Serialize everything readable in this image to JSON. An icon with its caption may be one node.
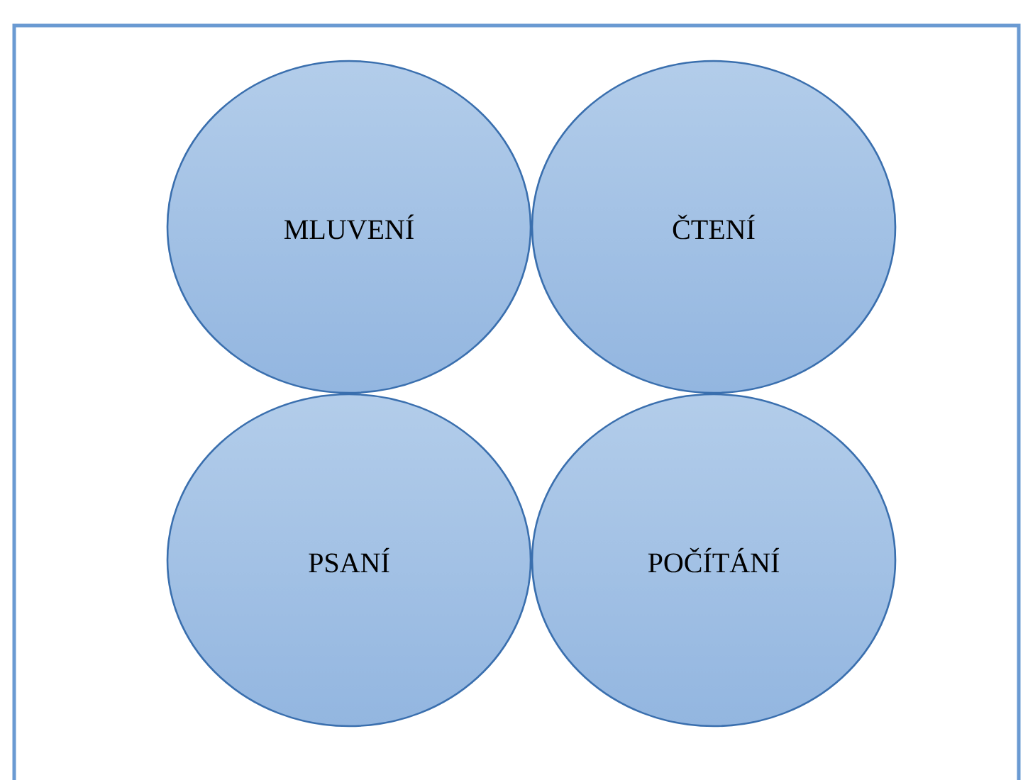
{
  "diagram": {
    "nodes": [
      {
        "text": [
          "MLUVENÍ"
        ]
      },
      {
        "text": [
          "ČTENÍ"
        ]
      },
      {
        "text": [
          "PSANÍ"
        ]
      },
      {
        "text": [
          "POČÍTÁNÍ"
        ]
      }
    ]
  }
}
